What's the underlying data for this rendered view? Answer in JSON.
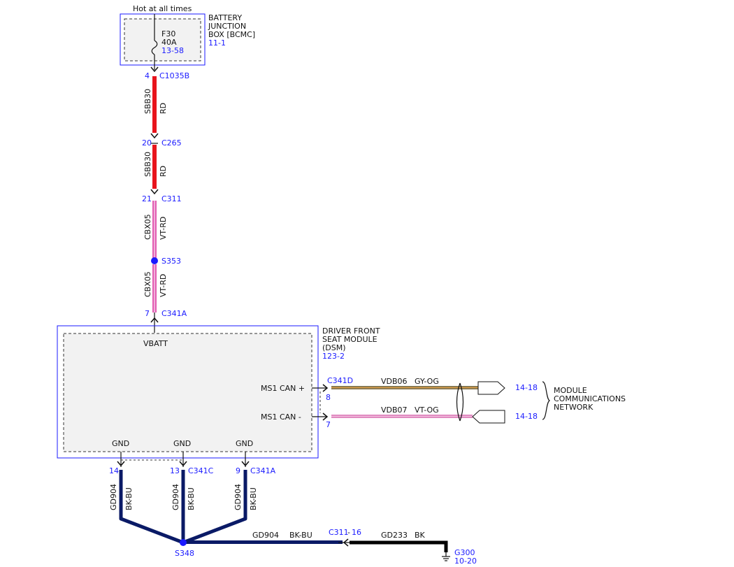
{
  "power": {
    "hot_label": "Hot at all times",
    "fuse_name": "F30",
    "fuse_rating": "40A",
    "fuse_ref": "13-58"
  },
  "bjb": {
    "line1": "BATTERY",
    "line2": "JUNCTION",
    "line3": "BOX [BCMC]",
    "ref": "11-1"
  },
  "connectors": {
    "c1035b": {
      "pin": "4",
      "name": "C1035B"
    },
    "c265": {
      "pin": "20",
      "name": "C265"
    },
    "c311": {
      "pin": "21",
      "name": "C311"
    },
    "s353": "S353",
    "c341a_top": {
      "pin": "7",
      "name": "C341A"
    },
    "c341d": {
      "name": "C341D",
      "pin_plus": "8",
      "pin_minus": "7"
    },
    "gnd_left": {
      "pin": "14"
    },
    "gnd_mid": {
      "pin": "13",
      "name": "C341C"
    },
    "gnd_right": {
      "pin": "9",
      "name": "C341A"
    },
    "s348": "S348",
    "c311_16": "C311",
    "c311_16_pin": "16",
    "g300": "G300",
    "g300_ref": "10-20"
  },
  "wires": {
    "seg1": {
      "circuit": "SBB30",
      "color": "RD"
    },
    "seg2": {
      "circuit": "SBB30",
      "color": "RD"
    },
    "seg3": {
      "circuit": "CBX05",
      "color": "VT-RD"
    },
    "seg4": {
      "circuit": "CBX05",
      "color": "VT-RD"
    },
    "can_plus": {
      "circuit": "VDB06",
      "color": "GY-OG"
    },
    "can_minus": {
      "circuit": "VDB07",
      "color": "VT-OG"
    },
    "gnd1": {
      "circuit": "GD904",
      "color": "BK-BU"
    },
    "gnd2": {
      "circuit": "GD904",
      "color": "BK-BU"
    },
    "gnd3": {
      "circuit": "GD904",
      "color": "BK-BU"
    },
    "gnd_bus": {
      "circuit": "GD904",
      "color": "BK-BU"
    },
    "ground": {
      "circuit": "GD233",
      "color": "BK"
    }
  },
  "dsm": {
    "line1": "DRIVER FRONT",
    "line2": "SEAT MODULE",
    "line3": "(DSM)",
    "ref": "123-2",
    "vbatt": "VBATT",
    "can_plus": "MS1 CAN +",
    "can_minus": "MS1 CAN -",
    "gnd1": "GND",
    "gnd2": "GND",
    "gnd3": "GND"
  },
  "network": {
    "ref_plus": "14-18",
    "ref_minus": "14-18",
    "line1": "MODULE",
    "line2": "COMMUNICATIONS",
    "line3": "NETWORK"
  },
  "colors": {
    "red_wire": "#e8141c",
    "violet_red_wire": "#e25fb4",
    "gray_orange_wire": "#8a7a52",
    "violet_orange_wire": "#e08bc0",
    "ground_blue_wire": "#0a1a66",
    "black_wire": "#000000",
    "reference_blue": "#1a1aff"
  }
}
